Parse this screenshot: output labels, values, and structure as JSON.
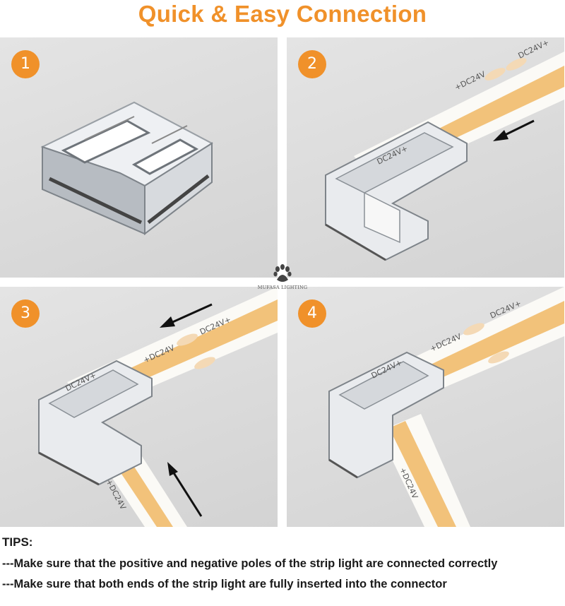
{
  "title": "Quick & Easy Connection",
  "steps": [
    "1",
    "2",
    "3",
    "4"
  ],
  "strip": {
    "label_top": "DC24V+",
    "label_side": "+DC24V",
    "connector_label": "DC24V+"
  },
  "logo": {
    "icon": "paw-icon",
    "name": "MUFASA LIGHTING"
  },
  "colors": {
    "accent": "#f0912a",
    "strip": "#f2c27a",
    "tape": "#fbfaf6",
    "panel": "#dadada"
  },
  "tips": {
    "heading": "TIPS:",
    "items": [
      "---Make sure that the positive and negative poles of the strip light are connected correctly",
      "---Make sure that both ends of the strip light are fully inserted into the connector"
    ]
  }
}
